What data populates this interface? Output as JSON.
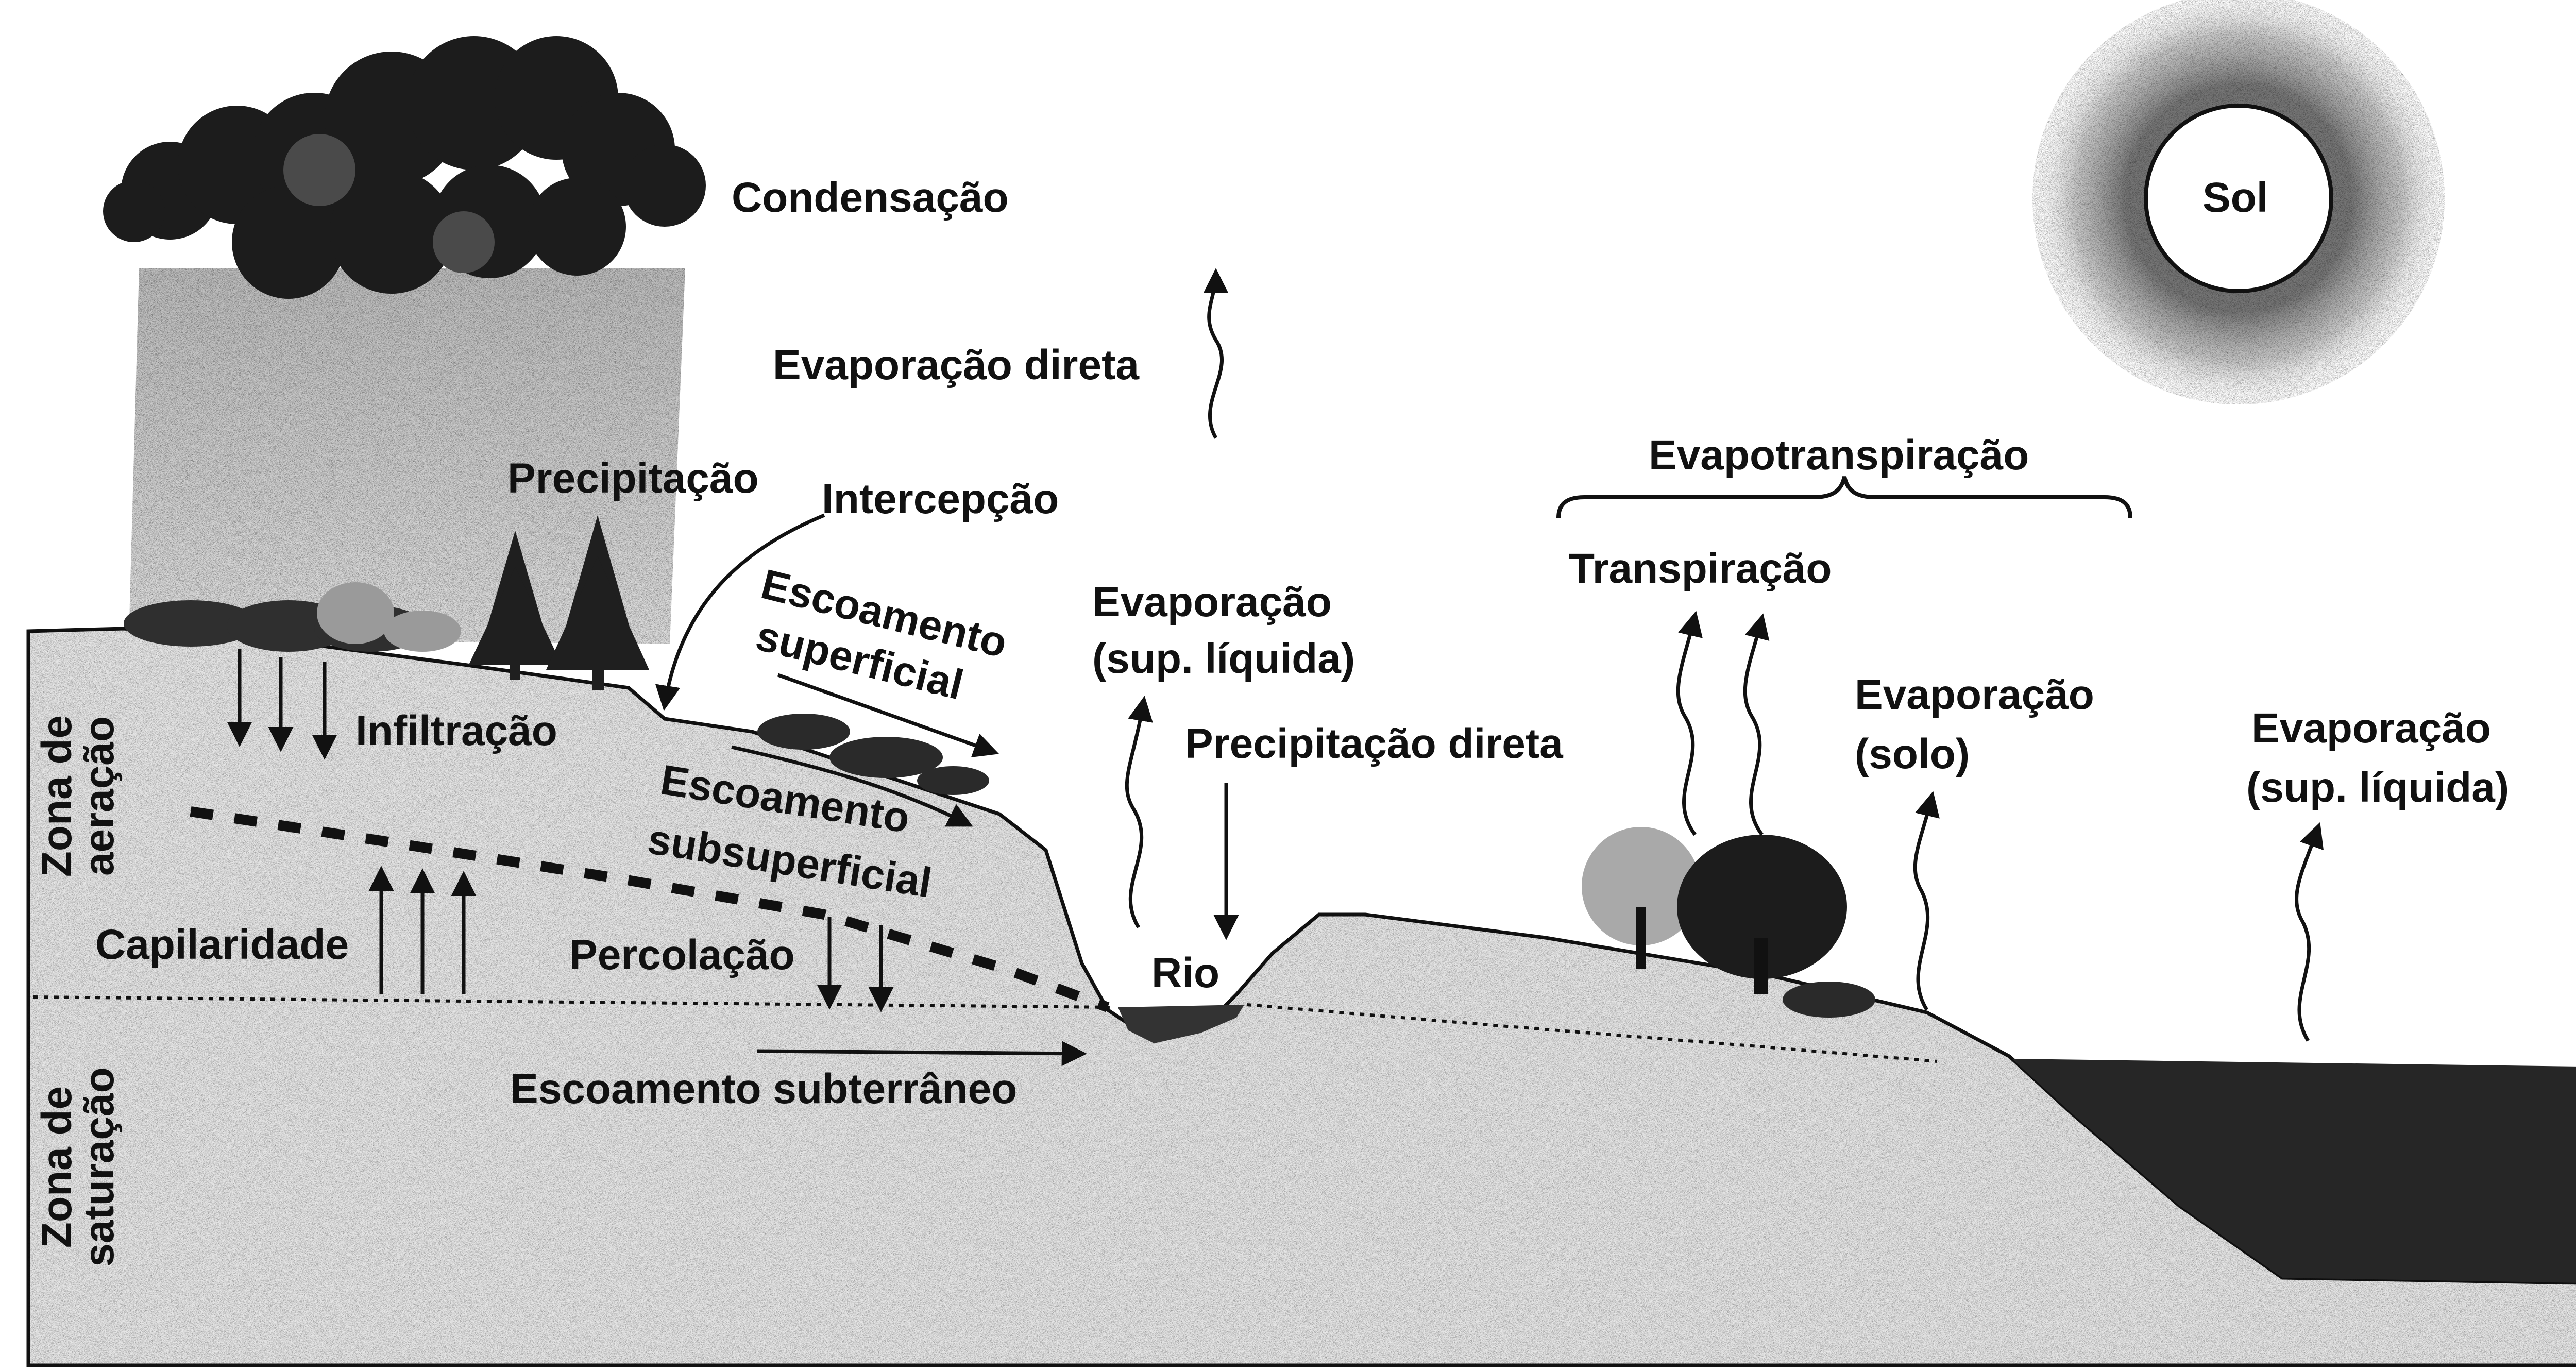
{
  "labels": {
    "condensacao": "Condensação",
    "sol": "Sol",
    "evaporacao_direta": "Evaporação direta",
    "evapotranspiracao": "Evapotranspiração",
    "precipitacao": "Precipitação",
    "intercepcao": "Intercepção",
    "escoamento_superficial_1": "Escoamento",
    "escoamento_superficial_2": "superficial",
    "transpiracao": "Transpiração",
    "evaporacao_rio_1": "Evaporação",
    "evaporacao_rio_2": "(sup. líquida)",
    "precipitacao_direta": "Precipitação direta",
    "evaporacao_solo_1": "Evaporação",
    "evaporacao_solo_2": "(solo)",
    "evaporacao_mar_1": "Evaporação",
    "evaporacao_mar_2": "(sup. líquida)",
    "infiltracao": "Infiltração",
    "escoamento_subsuperficial_1": "Escoamento",
    "escoamento_subsuperficial_2": "subsuperficial",
    "capilaridade": "Capilaridade",
    "percolacao": "Percolação",
    "rio": "Rio",
    "escoamento_subterraneo": "Escoamento subterrâneo",
    "zona_aeracao_1": "Zona de",
    "zona_aeracao_2": "aeração",
    "zona_saturacao_1": "Zona de",
    "zona_saturacao_2": "saturação"
  },
  "colors": {
    "ink": "#111111",
    "ground": "#e4e4e4",
    "water": "#2a2a2a",
    "cloud": "#1c1c1c",
    "rain": "#cfcfcf",
    "sun_halo": "#9a9a9a"
  }
}
